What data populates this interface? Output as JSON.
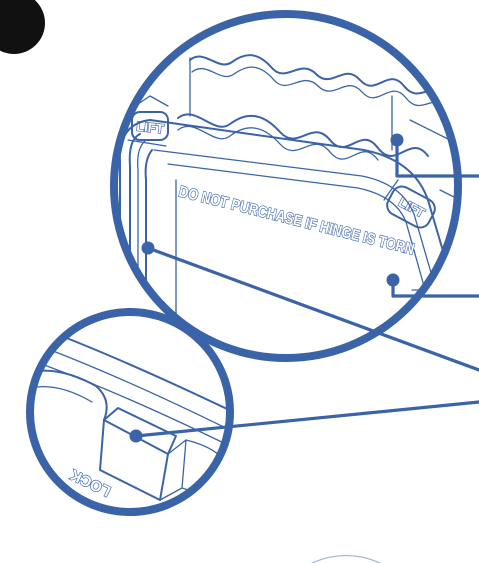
{
  "diagram": {
    "warning_text": "DO NOT PURCHASE IF HINGE IS TORN",
    "tab_label_left": "LIFT",
    "tab_label_right": "LIFT",
    "lock_label": "LOCK"
  },
  "colors": {
    "line": "#3a63a8",
    "background": "#ffffff",
    "corner_marker": "#111111"
  },
  "icons": {
    "corner_marker": "black-circle-icon"
  }
}
